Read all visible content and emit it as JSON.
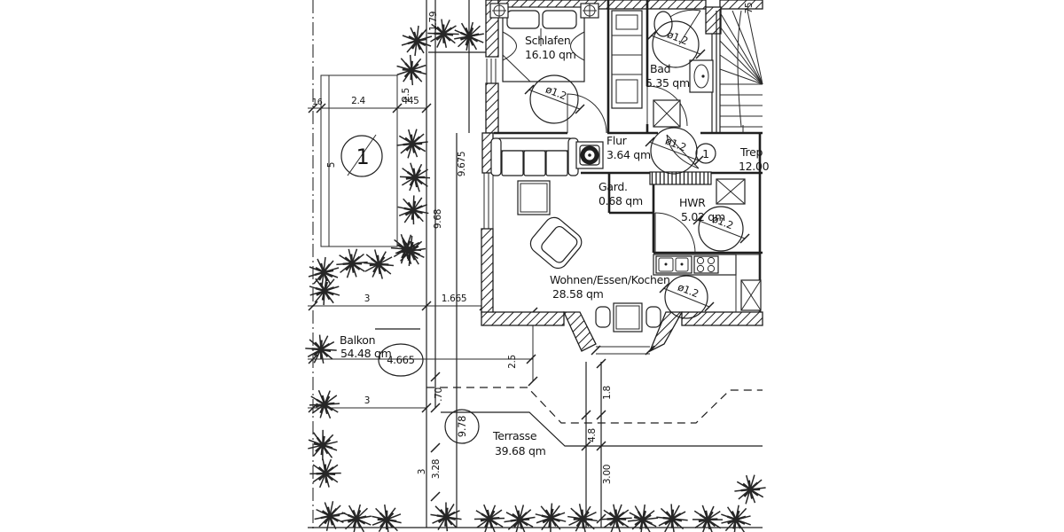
{
  "plan": {
    "rooms": {
      "schlafen": {
        "name": "Schlafen",
        "area": "16.10 qm"
      },
      "bad": {
        "name": "Bad",
        "area": "5.35 qm"
      },
      "flur": {
        "name": "Flur",
        "area": "3.64 qm"
      },
      "garderobe": {
        "name": "Gard.",
        "area": "0.68 qm"
      },
      "hwr": {
        "name": "HWR",
        "area": "5.02 qm"
      },
      "treppenhaus": {
        "name": "Trep",
        "area": "12.00"
      },
      "wohnen": {
        "name": "Wohnen/Essen/Kochen",
        "area": "28.58 qm"
      },
      "balkon": {
        "name": "Balkon",
        "area": "54.48 qm"
      },
      "terrasse": {
        "name": "Terrasse",
        "area": "39.68 qm"
      }
    },
    "turning_circle_label": "ø1.2",
    "markers": {
      "stair_number": "1",
      "detail_number": "1"
    },
    "dimensions": {
      "top_row_small": "16",
      "top_row_a": "2.4",
      "top_row_b": "445",
      "top_rot_a": "2.5",
      "top_rot_b": "1.79",
      "left_vert": "5",
      "mid_vert_a": "9.675",
      "mid_vert_b": "9.68",
      "balkon_width": "3",
      "bay_offset": "1.665",
      "balkon_total": "4.665",
      "bay_vert": "2.5",
      "step_offset": ".70",
      "terrasse_width": "3",
      "terrasse_total": "9.78",
      "left_lower_vert": "3.28",
      "left_lower_small": "3",
      "bay_lower": "1.8",
      "path_vert": "4.8",
      "path_lower": "3.00",
      "top_right_rot": "75"
    }
  }
}
